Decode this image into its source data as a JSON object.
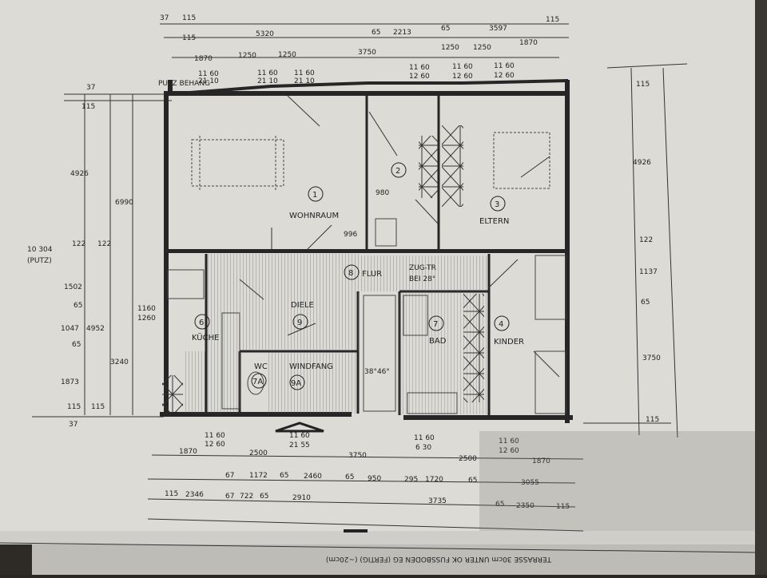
{
  "colors": {
    "paper": "#dcdbd6",
    "ink": "#262626",
    "hatch": "#5a5a5a"
  },
  "rooms": [
    {
      "number": "1",
      "name": "WOHNRAUM"
    },
    {
      "number": "2",
      "name": ""
    },
    {
      "number": "3",
      "name": "ELTERN"
    },
    {
      "number": "4",
      "name": "KINDER"
    },
    {
      "number": "6",
      "name": "KÜCHE"
    },
    {
      "number": "7",
      "name": "BAD"
    },
    {
      "number": "7A",
      "name": "WC"
    },
    {
      "number": "8",
      "name": "FLUR"
    },
    {
      "number": "9",
      "name": "DIELE"
    },
    {
      "number": "9A",
      "name": "WINDFANG"
    }
  ],
  "notes": {
    "putzbehang": "PUTZ BEHANG",
    "zugtr": "ZUG-TR",
    "bei": "BEI 28°",
    "stair_angle": "38°46°",
    "putz": "(PUTZ)",
    "bottom_text": "TERRASSE   30cm UNTER OK FUSSBODEN EG (FERTIG)   (~20cm)"
  },
  "dims": {
    "top1_a": "37",
    "top1_b": "115",
    "top2": [
      "115",
      "5320",
      "65",
      "2213",
      "65",
      "3597",
      "115"
    ],
    "top2_right": "1870",
    "top3": [
      "1870",
      "1250",
      "1250",
      "3750",
      "1250",
      "1250"
    ],
    "win_top_a": [
      "11 60",
      "11 60",
      "11 60"
    ],
    "win_top_b": [
      "21 10",
      "21 10",
      "21 10"
    ],
    "win_top_c": [
      "11 60",
      "11 60",
      "11 60"
    ],
    "win_top_d": [
      "12 60",
      "12 60",
      "12 60"
    ],
    "left_small": [
      "37",
      "115"
    ],
    "left_4926": "4926",
    "left_6990": "6990",
    "left_10304": "10 304",
    "left_122": [
      "122",
      "122"
    ],
    "left_1502": "1502",
    "left_65a": "65",
    "left_1047": "1047",
    "left_4952": "4952",
    "left_65b": "65",
    "left_1873": "1873",
    "left_bottom": [
      "115",
      "115",
      "37"
    ],
    "left_1160": "1160",
    "left_1260": "1260",
    "left_3240": "3240",
    "inner_980": "980",
    "inner_996": "996",
    "right": [
      "115",
      "4926",
      "122",
      "1137",
      "65",
      "3750",
      "115"
    ],
    "bot_win_a": [
      "11 60",
      "11 60",
      "11 60",
      "11 60"
    ],
    "bot_win_b": [
      "12 60",
      "21 55",
      "6 30",
      "12 60"
    ],
    "bot1": [
      "1870",
      "2500",
      "3750",
      "2500",
      "1870"
    ],
    "bot2": [
      "67",
      "1172",
      "65",
      "2460",
      "65",
      "950",
      "295",
      "1720",
      "65",
      "3055"
    ],
    "bot3": [
      "115",
      "2346",
      "67",
      "722",
      "65",
      "2910",
      "3735",
      "65",
      "2350",
      "115"
    ]
  }
}
